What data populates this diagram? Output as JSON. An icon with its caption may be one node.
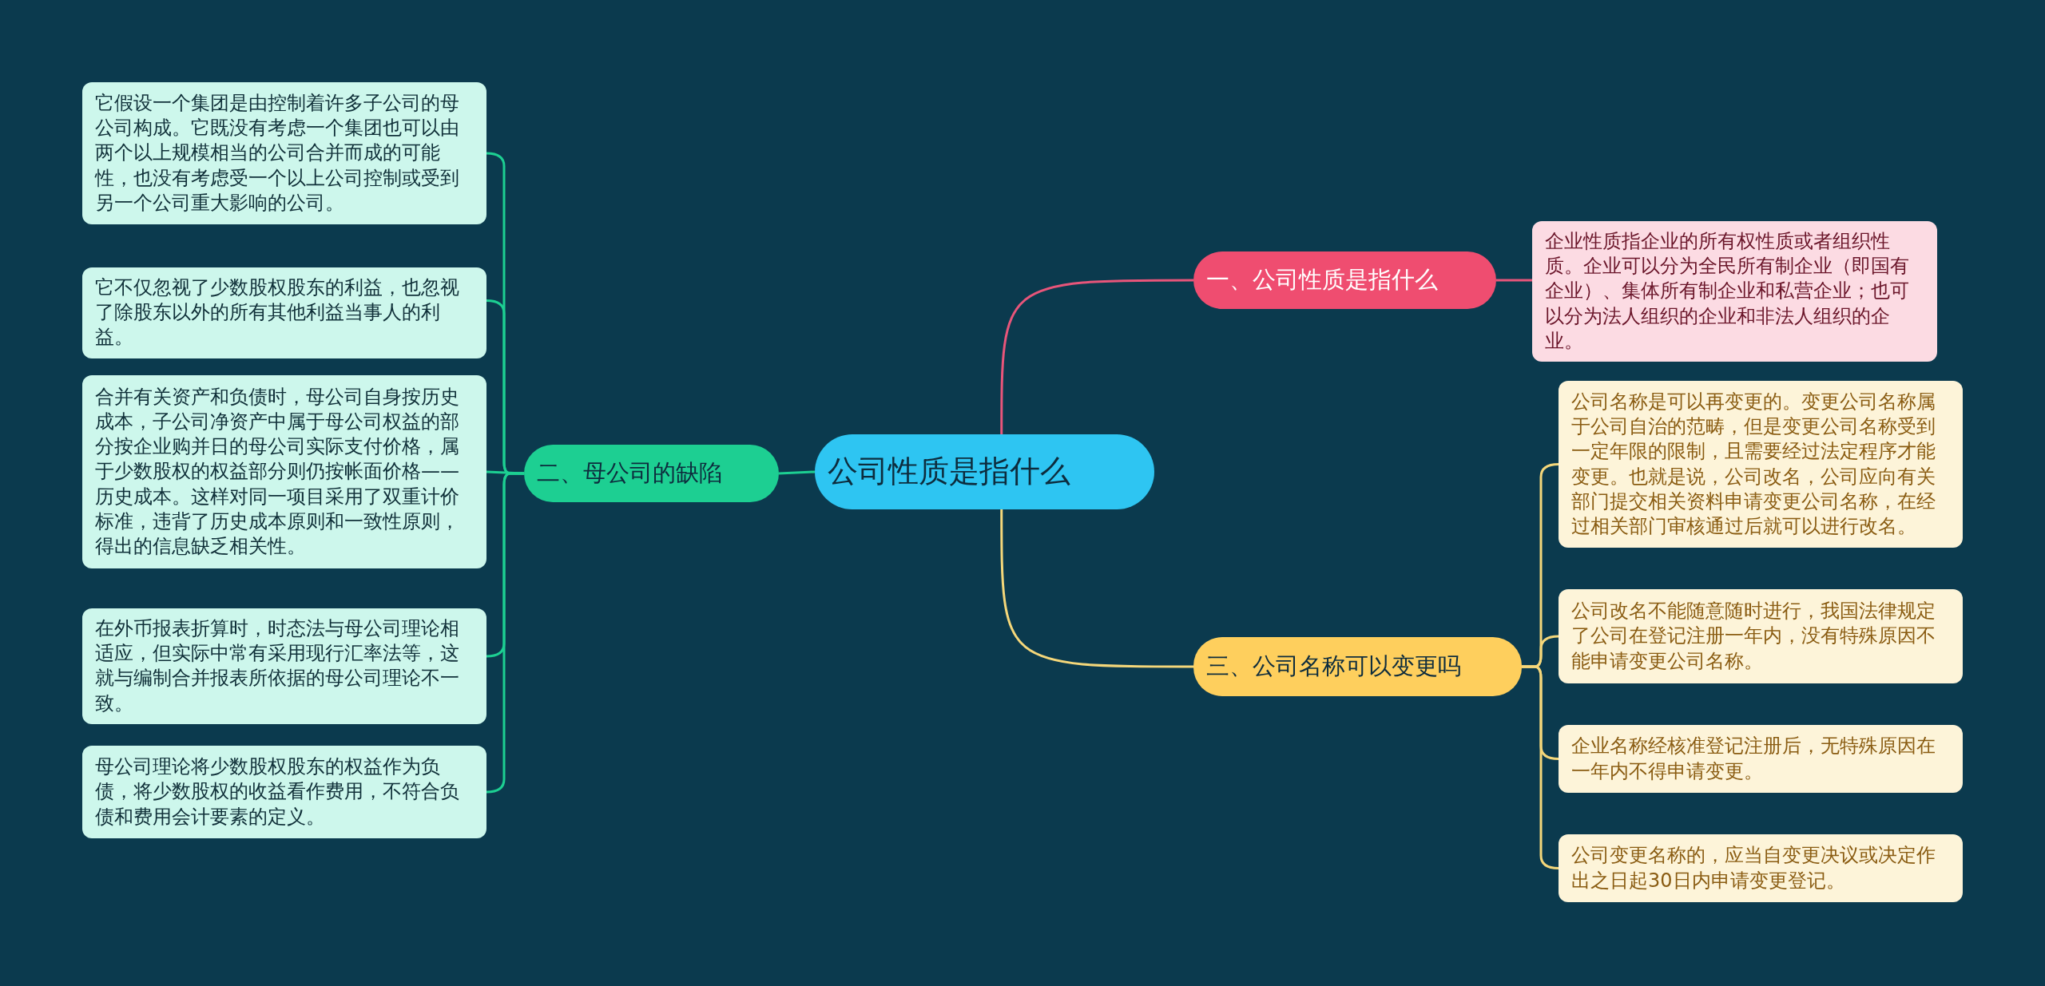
{
  "diagram": {
    "nodes": [
      {
        "text": [
          "公司性质是指什么"
        ]
      },
      {
        "text": [
          "一、公司性质是指什么"
        ]
      },
      {
        "text": [
          "企业性质指企业的所有权性质或者组织性质。企业可以分为全民所有制企业（即国有企业）、集体所有制企业和私营企业；也可以分为法人组织的企业和非法人组织的企业。"
        ]
      },
      {
        "text": [
          "二、母公司的缺陷"
        ]
      },
      {
        "text": [
          "它假设一个集团是由控制着许多子公司的母公司构成。它既没有考虑一个集团也可以由两个以上规模相当的公司合并而成的可能性，也没有考虑受一个以上公司控制或受到另一个公司重大影响的公司。"
        ]
      },
      {
        "text": [
          "它不仅忽视了少数股权股东的利益，也忽视了除股东以外的所有其他利益当事人的利益。"
        ]
      },
      {
        "text": [
          "合并有关资产和负债时，母公司自身按历史成本，子公司净资产中属于母公司权益的部分按企业购并日的母公司实际支付价格，属于少数股权的权益部分则仍按帐面价格——历史成本。这样对同一项目采用了双重计价标准，违背了历史成本原则和一致性原则，得出的信息缺乏相关性。"
        ]
      },
      {
        "text": [
          "在外币报表折算时，时态法与母公司理论相适应，但实际中常有采用现行汇率法等，这就与编制合并报表所依据的母公司理论不一致。"
        ]
      },
      {
        "text": [
          "母公司理论将少数股权股东的权益作为负债，将少数股权的收益看作费用，不符合负债和费用会计要素的定义。"
        ]
      },
      {
        "text": [
          "三、公司名称可以变更吗"
        ]
      },
      {
        "text": [
          "公司名称是可以再变更的。变更公司名称属于公司自治的范畴，但是变更公司名称受到一定年限的限制，且需要经过法定程序才能变更。也就是说，公司改名，公司应向有关部门提交相关资料申请变更公司名称，在经过相关部门审核通过后就可以进行改名。"
        ]
      },
      {
        "text": [
          "公司改名不能随意随时进行，我国法律规定了公司在登记注册一年内，没有特殊原因不能申请变更公司名称。"
        ]
      },
      {
        "text": [
          "企业名称经核准登记注册后，无特殊原因在一年内不得申请变更。"
        ]
      },
      {
        "text": [
          "公司变更名称的，应当自变更决议或决定作出之日起30日内申请变更登记。"
        ]
      }
    ],
    "edges": [
      {
        "from": 0,
        "to": 1,
        "arrow": "none",
        "color": "#e8557a"
      },
      {
        "from": 1,
        "to": 2,
        "arrow": "none",
        "color": "#e8557a"
      },
      {
        "from": 0,
        "to": 3,
        "arrow": "none"
      },
      {
        "from": 3,
        "to": 4,
        "arrow": "none"
      },
      {
        "from": 3,
        "to": 5,
        "arrow": "none"
      },
      {
        "from": 3,
        "to": 6,
        "arrow": "none"
      },
      {
        "from": 3,
        "to": 7,
        "arrow": "none"
      },
      {
        "from": 3,
        "to": 8,
        "arrow": "none"
      },
      {
        "from": 0,
        "to": 9,
        "arrow": "none",
        "color": "#f5d77a"
      },
      {
        "from": 9,
        "to": 10,
        "arrow": "none",
        "color": "#f5d77a"
      },
      {
        "from": 9,
        "to": 11,
        "arrow": "none",
        "color": "#f5d77a"
      },
      {
        "from": 9,
        "to": 12,
        "arrow": "none",
        "color": "#f5d77a"
      },
      {
        "from": 9,
        "to": 13,
        "arrow": "none",
        "color": "#f5d77a"
      }
    ]
  }
}
